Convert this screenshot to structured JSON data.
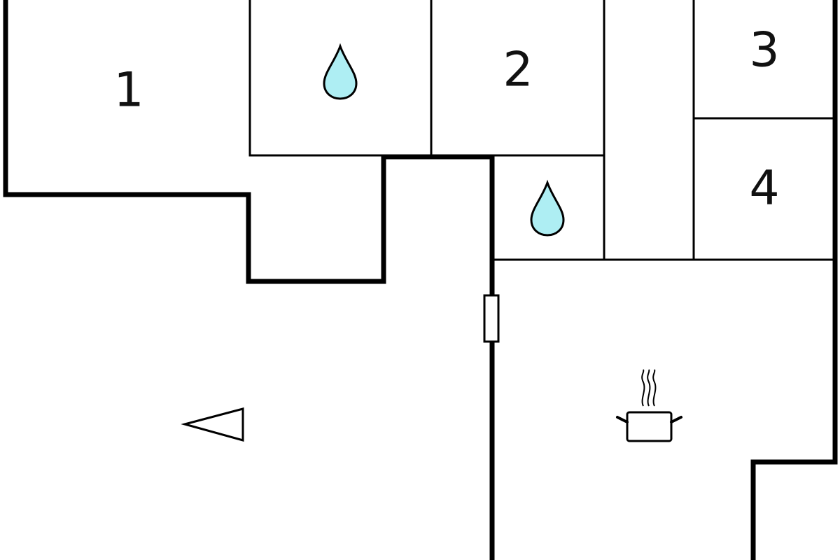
{
  "rooms": [
    {
      "id": "room-1",
      "label": "1"
    },
    {
      "id": "room-2",
      "label": "2"
    },
    {
      "id": "room-3",
      "label": "3"
    },
    {
      "id": "room-4",
      "label": "4"
    }
  ],
  "icons": {
    "bathroom_1": "water-drop-icon",
    "bathroom_2": "water-drop-icon",
    "kitchen": "cooking-pot-icon",
    "entrance": "entrance-arrow-icon",
    "window": "window-icon"
  },
  "colors": {
    "wall": "#000000",
    "water": "#aeeef3",
    "background": "#ffffff"
  }
}
